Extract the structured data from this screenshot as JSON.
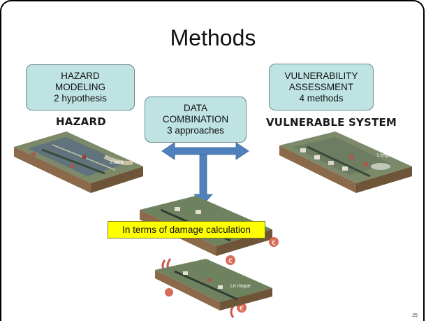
{
  "title": "Methods",
  "boxes": {
    "hazard_modeling": {
      "line1": "HAZARD",
      "line2": "MODELING",
      "line3": "2 hypothesis"
    },
    "data_combination": {
      "line1": "DATA",
      "line2": "COMBINATION",
      "line3": "3 approaches"
    },
    "vulnerability_assessment": {
      "line1": "VULNERABILITY",
      "line2": "ASSESSMENT",
      "line3": "4 methods"
    }
  },
  "headings": {
    "hazard": "HAZARD",
    "vulnerable_system": "VULNERABLE SYSTEM"
  },
  "map_labels": {
    "hazard": "L'alea",
    "vulnerable": "L'enjeu",
    "risk": "Le risque"
  },
  "callout": "In terms of damage calculation",
  "page_number": "25",
  "colors": {
    "box_fill": "#bfe3e3",
    "arrow": "#4f81bd",
    "callout_fill": "#ffff00"
  }
}
